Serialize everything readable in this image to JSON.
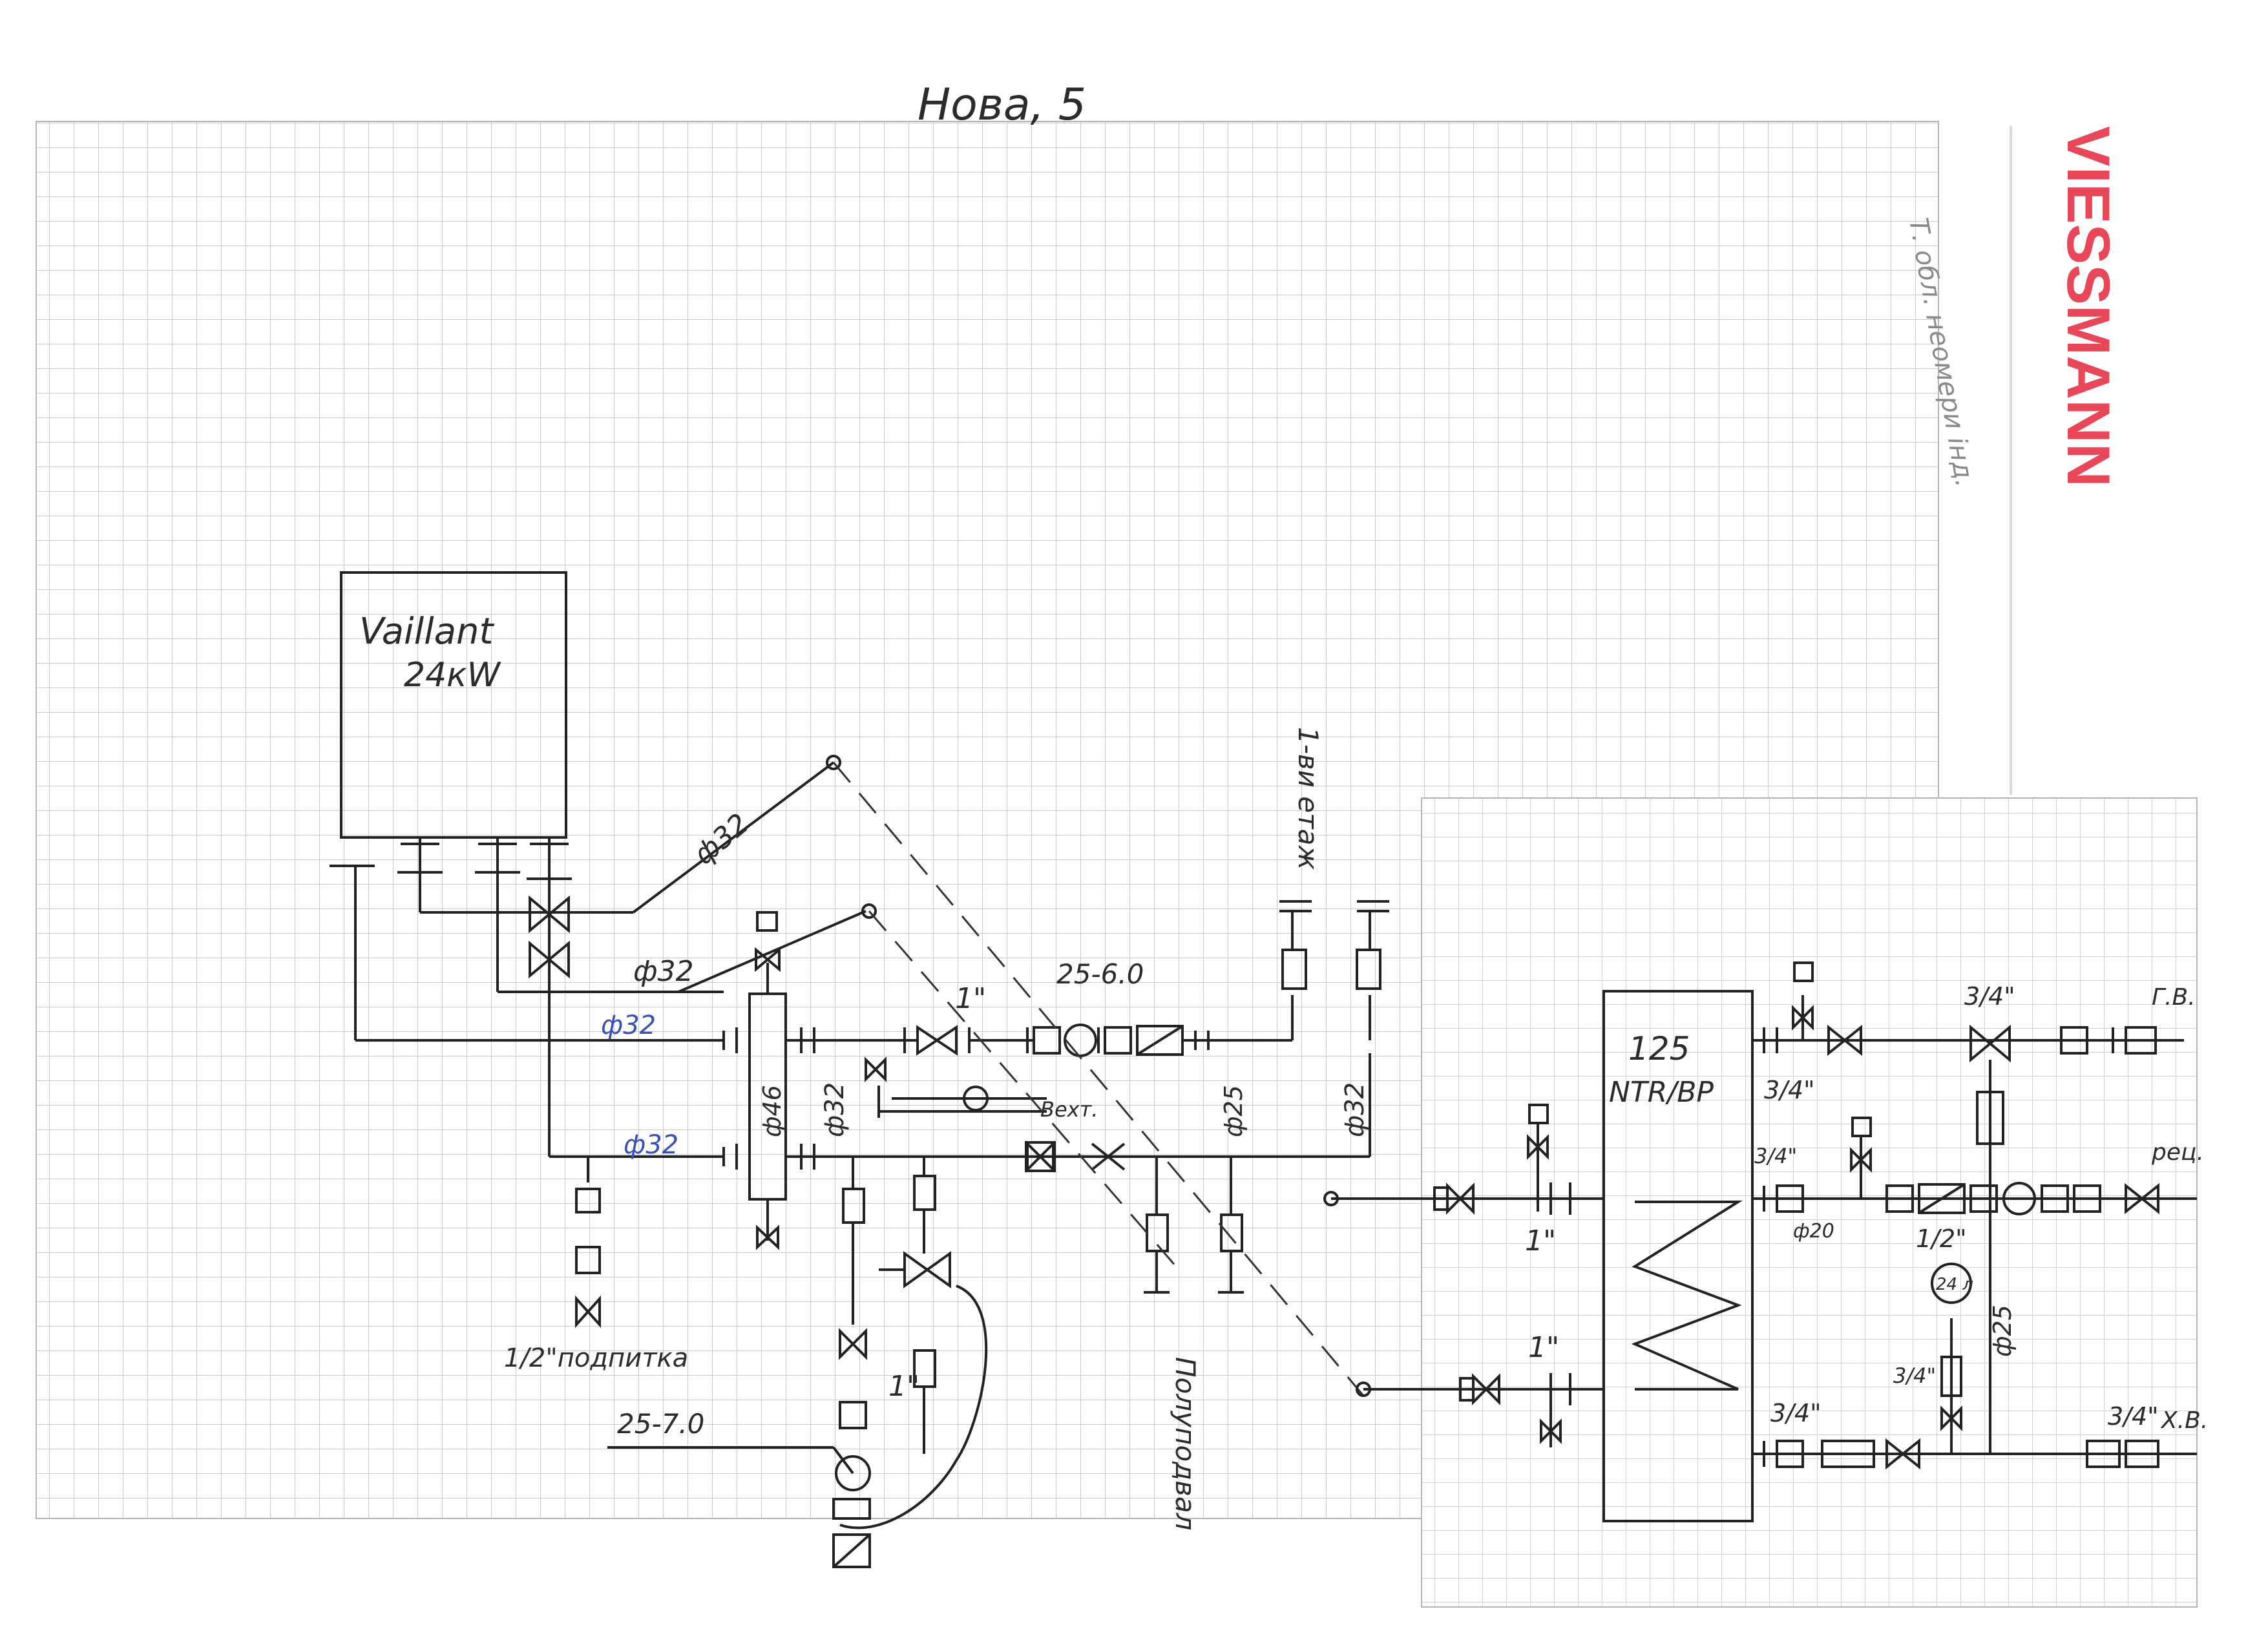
{
  "header": {
    "title": "Нова, 5"
  },
  "brand": {
    "logo_text": "VIESSMANN",
    "color": "#e8475a"
  },
  "margin_note": "Т. обл. неомери інд.",
  "boiler": {
    "line1": "Vaillant",
    "line2": "24кW"
  },
  "labels": {
    "d32_a": "ф32",
    "d32_b": "ф32",
    "d32_c": "ф32",
    "d32_d": "ф32",
    "d32_e": "ф32",
    "d32_f": "ф32",
    "d46": "ф46",
    "d25_a": "ф25",
    "d25_b": "ф25",
    "d20": "ф20",
    "pump_upper": "25-6.0",
    "pump_lower": "25-7.0",
    "one_inch_a": "1\"",
    "one_inch_b": "1\"",
    "one_inch_c": "1\"",
    "one_inch_d": "1\"",
    "vent": "Вехт.",
    "floor1": "1-ви етаж",
    "basement": "Полуподвал",
    "feed": "1/2\"подпитка",
    "tank_line1": "125",
    "tank_line2": "NTR/BP",
    "threequarter_a": "3/4\"",
    "threequarter_b": "3/4\"",
    "threequarter_c": "3/4\"",
    "threequarter_d": "3/4\"",
    "threequarter_e": "3/4\"",
    "threequarter_f": "3/4\"",
    "half_inch": "1/2\"",
    "hot_water": "Г.В.",
    "recirc": "рец.",
    "cold_water": "Х.В.",
    "vessel": "24 л"
  }
}
